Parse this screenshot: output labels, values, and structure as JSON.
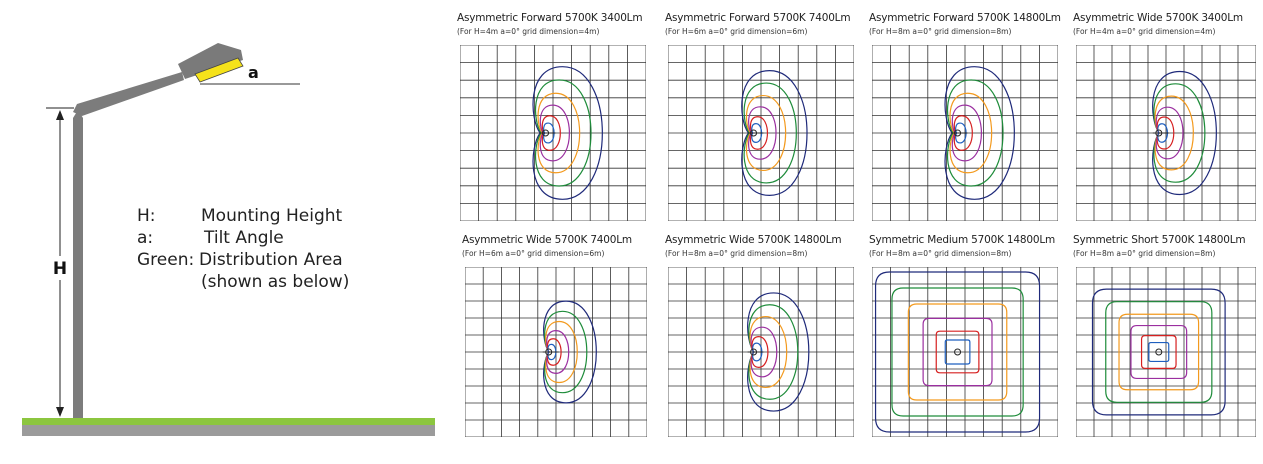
{
  "pole": {
    "tilt_symbol": "a",
    "height_symbol": "H",
    "colors": {
      "pole": "#7c7c7c",
      "lamp": "#f5e21a",
      "grass": "#8cc63f",
      "road": "#9b9b9b"
    }
  },
  "legend": [
    {
      "key": "H:",
      "value": "Mounting Height"
    },
    {
      "key": "a:",
      "value": "Tilt Angle"
    },
    {
      "key": "Green:",
      "value": "Distribution Area"
    },
    {
      "key": "",
      "value": "(shown as below)"
    }
  ],
  "panels": [
    {
      "title": "Asymmetric Forward 5700K 3400Lm",
      "subtitle": "(For H=4m a=0° grid dimension=4m)",
      "shape": "forward",
      "scale": 0.85
    },
    {
      "title": "Asymmetric Forward 5700K 7400Lm",
      "subtitle": "(For H=6m a=0° grid dimension=6m)",
      "shape": "forward",
      "scale": 0.8
    },
    {
      "title": "Asymmetric Forward 5700K 14800Lm",
      "subtitle": "(For H=8m a=0° grid dimension=8m)",
      "shape": "forward",
      "scale": 0.85
    },
    {
      "title": "Asymmetric Wide 5700K 3400Lm",
      "subtitle": "(For H=4m a=0° grid dimension=4m)",
      "shape": "wide",
      "scale": 0.75
    },
    {
      "title": "Asymmetric Wide 5700K 7400Lm",
      "subtitle": "(For H=6m a=0° grid dimension=6m)",
      "shape": "wide",
      "scale": 0.62
    },
    {
      "title": "Asymmetric Wide 5700K 14800Lm",
      "subtitle": "(For H=8m a=0° grid dimension=8m)",
      "shape": "wide",
      "scale": 0.72
    },
    {
      "title": "Symmetric Medium 5700K 14800Lm",
      "subtitle": "(For H=8m a=0° grid dimension=8m)",
      "shape": "medium",
      "scale": 1.0
    },
    {
      "title": "Symmetric Short 5700K 14800Lm",
      "subtitle": "(For H=8m a=0° grid dimension=8m)",
      "shape": "short",
      "scale": 0.85
    }
  ],
  "contour_colors": [
    "#1f2a7a",
    "#1e8c3a",
    "#f39a1e",
    "#9b2fa0",
    "#d62020",
    "#1f5fbf"
  ]
}
